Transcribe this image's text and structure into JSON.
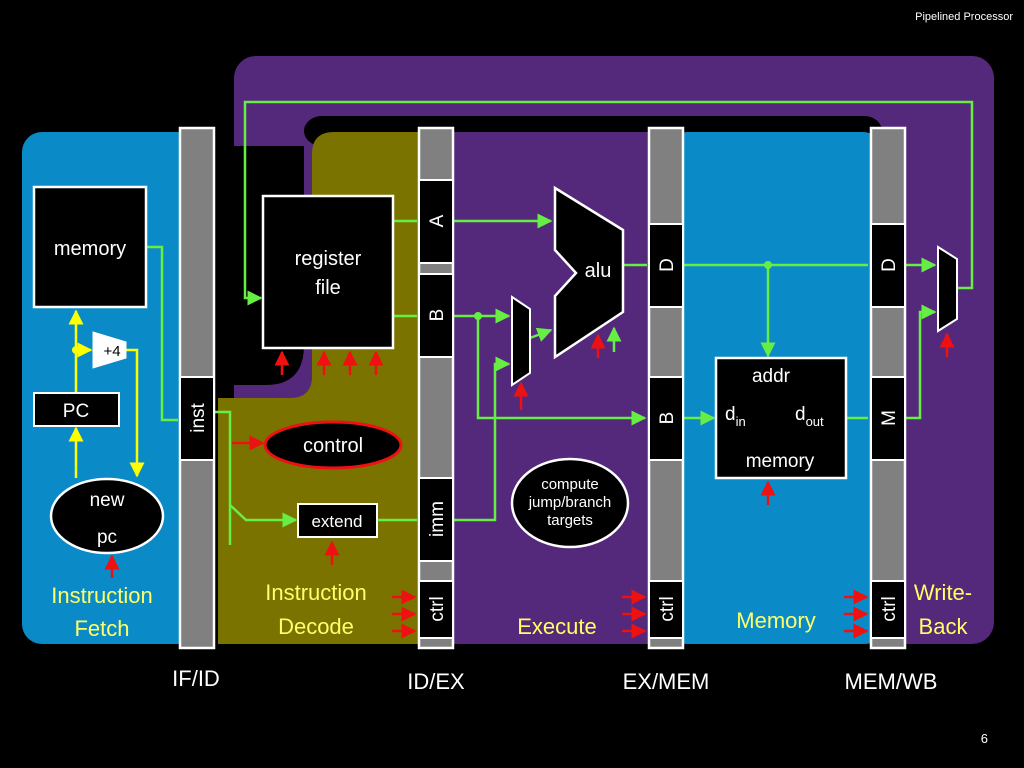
{
  "slide": {
    "header": "Pipelined Processor",
    "page_number": "6"
  },
  "stages": {
    "fetch": [
      "Instruction",
      "Fetch"
    ],
    "decode": [
      "Instruction",
      "Decode"
    ],
    "execute": "Execute",
    "memory": "Memory",
    "writeback": [
      "Write-",
      "Back"
    ]
  },
  "registers": {
    "if_id": {
      "name": "IF/ID",
      "field": "inst"
    },
    "id_ex": {
      "name": "ID/EX",
      "fields": [
        "A",
        "B",
        "imm",
        "ctrl"
      ]
    },
    "ex_mem": {
      "name": "EX/MEM",
      "fields": [
        "D",
        "B",
        "ctrl"
      ]
    },
    "mem_wb": {
      "name": "MEM/WB",
      "fields": [
        "D",
        "M",
        "ctrl"
      ]
    }
  },
  "components": {
    "instr_memory": "memory",
    "plus4": "+4",
    "pc": "PC",
    "new_pc": [
      "new",
      "pc"
    ],
    "register_file": [
      "register",
      "file"
    ],
    "control": "control",
    "extend": "extend",
    "alu": "alu",
    "compute_targets": [
      "compute",
      "jump/branch",
      "targets"
    ],
    "data_memory": {
      "addr": "addr",
      "din_main": "d",
      "din_sub": "in",
      "dout_main": "d",
      "dout_sub": "out",
      "label": "memory"
    }
  },
  "colors": {
    "fetch_bg": "#0a8ac7",
    "decode_bg": "#7b7300",
    "execute_bg": "#54287a",
    "memory_bg": "#0a8ac7",
    "outer_bg": "#54287a",
    "wire": "#66ee44",
    "wire_yellow": "#ffff00",
    "control_arrow": "#ee1111",
    "pipe_reg": "#808080"
  }
}
